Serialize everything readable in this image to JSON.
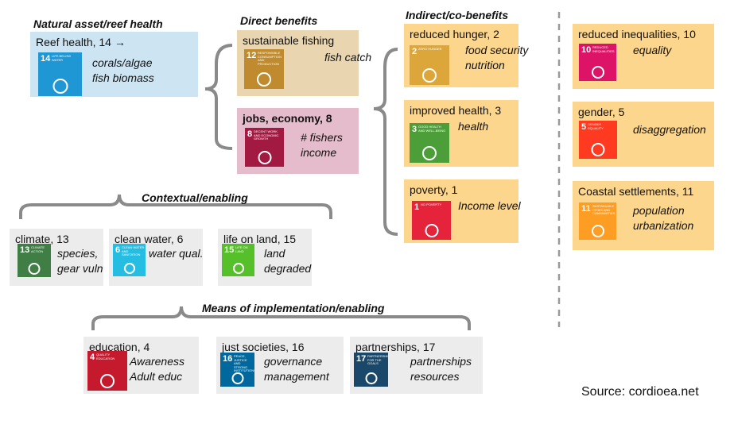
{
  "sections": {
    "natural": "Natural asset/reef health",
    "direct": "Direct benefits",
    "indirect": "Indirect/co-benefits",
    "contextual": "Contextual/enabling",
    "means": "Means of implementation/enabling"
  },
  "boxes": [
    {
      "id": "reef",
      "title": "Reef health, 14 →",
      "notes": [
        "corals/algae",
        "fish biomass"
      ],
      "bg": "#cde5f3",
      "sdg": {
        "number": "14",
        "label": "Life below water",
        "color": "#1f97d4",
        "icon": "fish-icon"
      }
    },
    {
      "id": "fishing",
      "title": "sustainable fishing",
      "notes": [
        "fish catch"
      ],
      "bg": "#e9d6b1",
      "sdg": {
        "number": "12",
        "label": "Responsible consumption and production",
        "color": "#bf8b2e",
        "icon": "infinity-icon"
      }
    },
    {
      "id": "jobs",
      "title": "jobs, economy, 8",
      "bold": true,
      "notes": [
        "# fishers",
        "income"
      ],
      "bg": "#e5bccb",
      "sdg": {
        "number": "8",
        "label": "Decent work and economic growth",
        "color": "#a21942",
        "icon": "growth-chart-icon"
      }
    },
    {
      "id": "hunger",
      "title": "reduced hunger, 2",
      "notes": [
        "food security",
        "nutrition"
      ],
      "bg": "#fdd68d",
      "sdg": {
        "number": "2",
        "label": "Zero hunger",
        "color": "#dda63a",
        "icon": "bowl-icon"
      }
    },
    {
      "id": "health",
      "title": "improved health, 3",
      "notes": [
        "health"
      ],
      "bg": "#fdd68d",
      "sdg": {
        "number": "3",
        "label": "Good health and well-being",
        "color": "#4c9f38",
        "icon": "heartbeat-icon"
      }
    },
    {
      "id": "poverty",
      "title": "poverty, 1",
      "notes": [
        "Income level"
      ],
      "bg": "#fdd68d",
      "sdg": {
        "number": "1",
        "label": "No poverty",
        "color": "#e5243b",
        "icon": "family-icon"
      }
    },
    {
      "id": "inequal",
      "title": "reduced inequalities, 10",
      "notes": [
        "equality"
      ],
      "bg": "#fdd68d",
      "sdg": {
        "number": "10",
        "label": "Reduced inequalities",
        "color": "#dd1367",
        "icon": "equality-icon"
      }
    },
    {
      "id": "gender",
      "title": "gender, 5",
      "notes": [
        "disaggregation"
      ],
      "bg": "#fdd68d",
      "sdg": {
        "number": "5",
        "label": "Gender equality",
        "color": "#ff3a21",
        "icon": "gender-icon"
      }
    },
    {
      "id": "coastal",
      "title": "Coastal settlements, 11",
      "notes": [
        "population",
        "urbanization"
      ],
      "bg": "#fdd68d",
      "sdg": {
        "number": "11",
        "label": "Sustainable cities and communities",
        "color": "#fd9d24",
        "icon": "city-icon"
      }
    },
    {
      "id": "climate",
      "title": "climate, 13",
      "notes": [
        "species,",
        "gear vuln"
      ],
      "bg": "#ececec",
      "sdg": {
        "number": "13",
        "label": "Climate action",
        "color": "#3f7e44",
        "icon": "eye-globe-icon"
      }
    },
    {
      "id": "water",
      "title": "clean water, 6",
      "notes": [
        "water qual."
      ],
      "bg": "#ececec",
      "sdg": {
        "number": "6",
        "label": "Clean water and sanitation",
        "color": "#26bde2",
        "icon": "water-drop-icon"
      }
    },
    {
      "id": "land",
      "title": "life on land, 15",
      "notes": [
        "land",
        "degraded"
      ],
      "bg": "#ececec",
      "sdg": {
        "number": "15",
        "label": "Life on land",
        "color": "#56c02b",
        "icon": "tree-icon"
      }
    },
    {
      "id": "education",
      "title": "education, 4",
      "notes": [
        "Awareness",
        "Adult educ"
      ],
      "bg": "#ececec",
      "sdg": {
        "number": "4",
        "label": "Quality education",
        "color": "#c5192d",
        "icon": "book-icon"
      }
    },
    {
      "id": "justice",
      "title": "just societies, 16",
      "notes": [
        "governance",
        "management"
      ],
      "bg": "#ececec",
      "sdg": {
        "number": "16",
        "label": "Peace, justice and strong institutions",
        "color": "#00689d",
        "icon": "dove-icon"
      }
    },
    {
      "id": "partner",
      "title": "partnerships, 17",
      "notes": [
        "partnerships",
        "resources"
      ],
      "bg": "#ececec",
      "sdg": {
        "number": "17",
        "label": "Partnerships for the goals",
        "color": "#19486a",
        "icon": "flower-icon"
      }
    }
  ],
  "source": "Source: cordioea.net"
}
